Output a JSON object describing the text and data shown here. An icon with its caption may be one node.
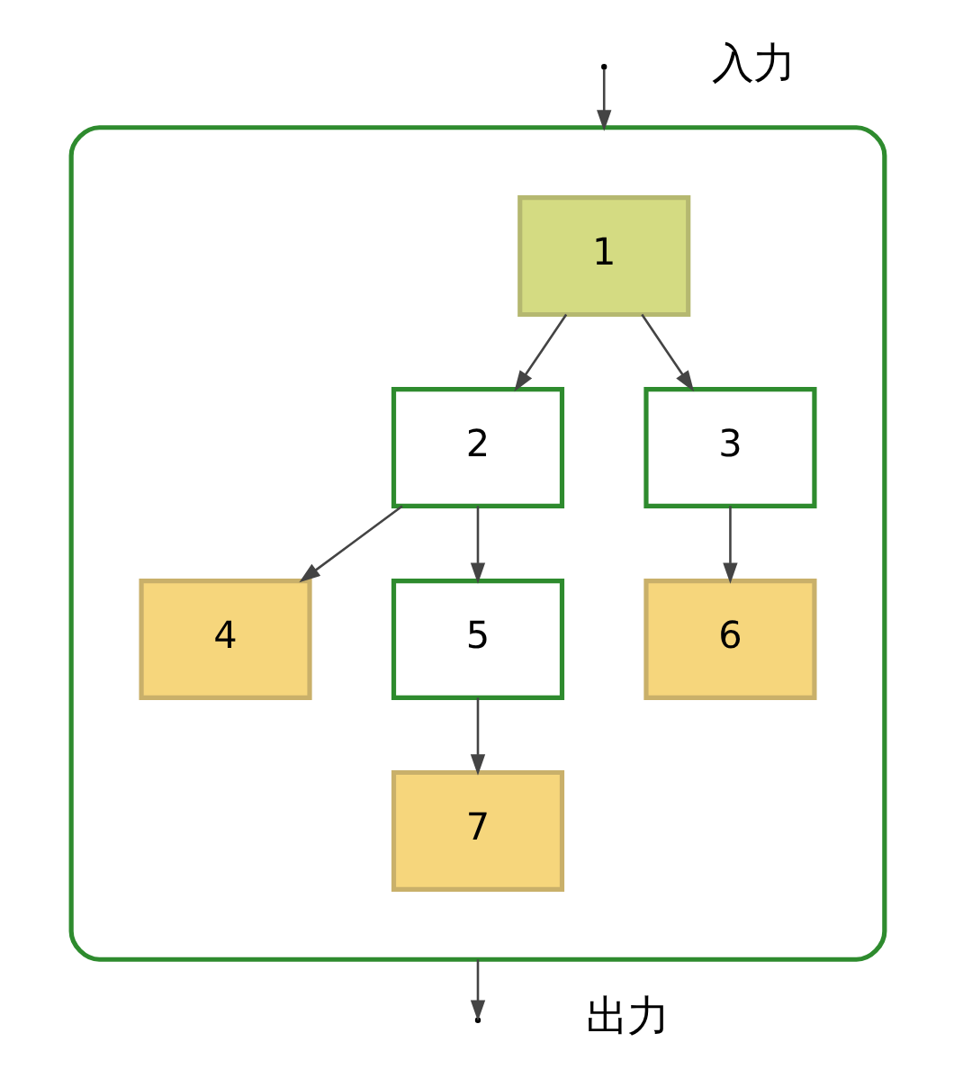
{
  "diagram": {
    "nodes": [
      {
        "text": [],
        "shape": "ellipse"
      },
      {
        "text": [
          "1"
        ],
        "in": 0
      },
      {
        "text": [
          "2"
        ],
        "in": 0
      },
      {
        "text": [
          "3"
        ],
        "in": 0
      },
      {
        "text": [
          "4"
        ],
        "in": 0
      },
      {
        "text": [
          "5"
        ],
        "in": 0
      },
      {
        "text": [
          "6"
        ],
        "in": 0
      },
      {
        "text": [
          "7"
        ],
        "in": 0
      }
    ],
    "edges": [
      {
        "from": 1,
        "to": 2,
        "arrow": "to"
      },
      {
        "from": 1,
        "to": 3,
        "arrow": "to"
      },
      {
        "from": 2,
        "to": 4,
        "arrow": "to"
      },
      {
        "from": 2,
        "to": 5,
        "arrow": "to"
      },
      {
        "from": 3,
        "to": 6,
        "arrow": "to"
      },
      {
        "from": 5,
        "to": 7,
        "arrow": "to"
      },
      {
        "from": null,
        "to": 0,
        "arrow": "to"
      },
      {
        "from": 0,
        "to": null,
        "arrow": "to"
      }
    ],
    "labels": [
      "入力",
      "出力"
    ]
  }
}
